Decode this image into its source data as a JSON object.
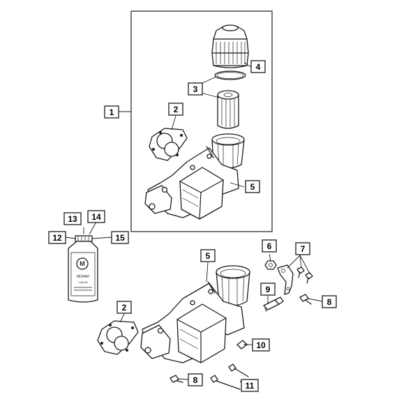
{
  "callouts": {
    "c1": "1",
    "c2a": "2",
    "c2b": "2",
    "c3": "3",
    "c4": "4",
    "c5a": "5",
    "c5b": "5",
    "c6": "6",
    "c7": "7",
    "c8a": "8",
    "c8b": "8",
    "c9": "9",
    "c10": "10",
    "c11": "11",
    "c12": "12",
    "c13": "13",
    "c14": "14",
    "c15": "15"
  },
  "bottle": {
    "brand_mark": "M",
    "label_line_1": "MOPAR",
    "label_line_2": "LIQUID"
  }
}
